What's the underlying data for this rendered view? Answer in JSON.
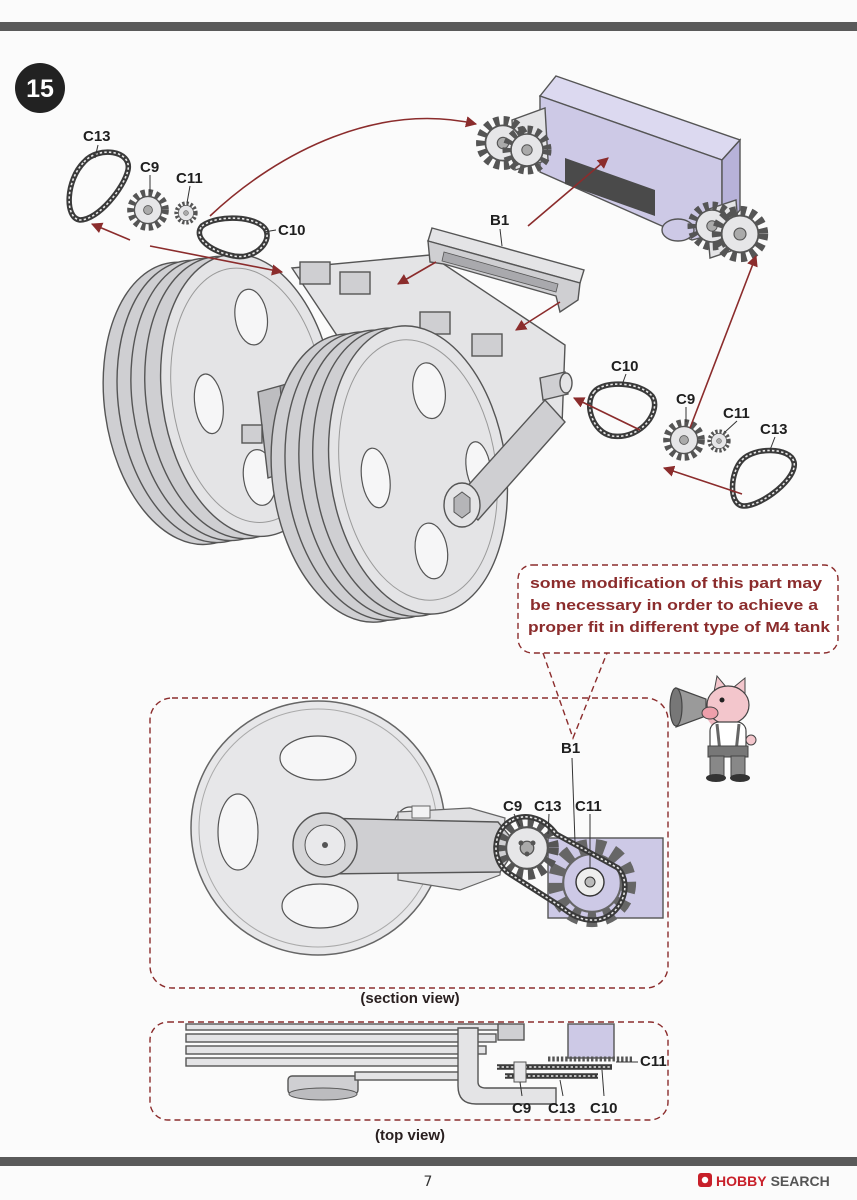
{
  "step": {
    "number": "15"
  },
  "main": {
    "labels": {
      "c13_left": "C13",
      "c9_left": "C9",
      "c11_left": "C11",
      "c10_left": "C10",
      "b1": "B1",
      "c10_right": "C10",
      "c9_right": "C9",
      "c11_right": "C11",
      "c13_right": "C13"
    }
  },
  "note": {
    "lines": [
      "some modification of this part may",
      "be necessary in order to achieve a",
      "proper fit in different type of M4 tank"
    ]
  },
  "section_view": {
    "caption": "(section view)",
    "labels": {
      "b1": "B1",
      "c9": "C9",
      "c13": "C13",
      "c11": "C11"
    }
  },
  "top_view": {
    "caption": "(top view)",
    "labels": {
      "c11": "C11",
      "c9": "C9",
      "c13": "C13",
      "c10": "C10"
    }
  },
  "footer": {
    "page_number": "7",
    "logo": {
      "hobby": "HOBBY",
      "search": "SEARCH"
    }
  },
  "icons": {
    "mascot": "pig-megaphone-icon",
    "logo": "hobby-search-logo-icon",
    "step_badge": "step-number-badge"
  },
  "colors": {
    "accent": "#8b2c2c",
    "lavender": "#cdc9e6",
    "part_gray": "#e4e4e6",
    "bar": "#5a5a5a"
  }
}
